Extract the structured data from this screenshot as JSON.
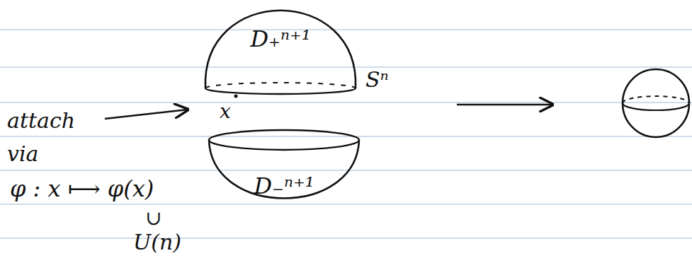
{
  "diagram": {
    "nodes": [
      {
        "text": [
          "D₊ⁿ⁺¹"
        ]
      },
      {
        "text": [
          "D₋ⁿ⁺¹"
        ]
      }
    ],
    "labels": [
      "Sⁿ",
      "x",
      "attach via",
      "φ : x ⟼ φ(x)",
      "∩",
      "U(n)"
    ]
  }
}
